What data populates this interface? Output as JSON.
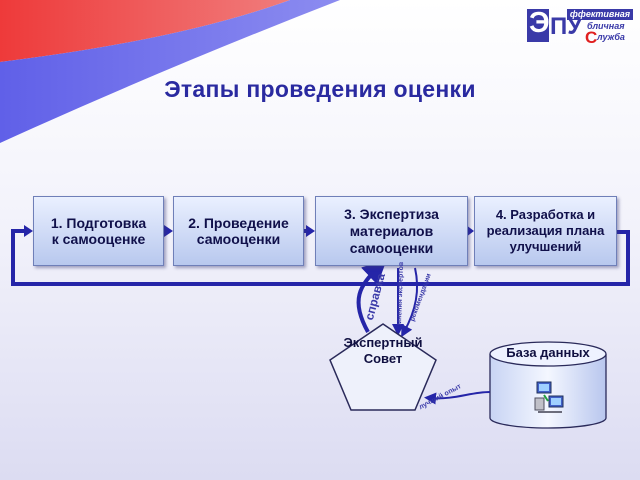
{
  "title": "Этапы проведения оценки",
  "logo": {
    "letter_e": "Э",
    "letters_pu": "ПУ",
    "letter_s": "С",
    "line1": "ффективная",
    "line2": "бличная",
    "line3": "лужба"
  },
  "stages": [
    {
      "label": "1. Подготовка\nк самооценке"
    },
    {
      "label": "2. Проведение\nсамооценки"
    },
    {
      "label": "3. Экспертиза\nматериалов\nсамооценки"
    },
    {
      "label": "4. Разработка и\nреализация плана\nулучшений"
    }
  ],
  "expert_council": "Экспертный\nСовет",
  "database": "База данных",
  "arrow_labels": {
    "main": "справка",
    "small_a": "мнения экспертов",
    "small_b": "рекомендации",
    "db_link": "лучший опыт"
  },
  "colors": {
    "title": "#2a2aa0",
    "flag_blue": "#5a5ae0",
    "flag_red": "#e83535",
    "arrow": "#2525a8"
  }
}
